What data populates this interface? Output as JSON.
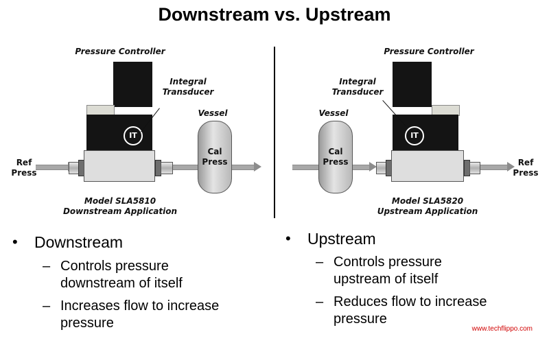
{
  "title": "Downstream vs. Upstream",
  "left_diagram": {
    "controller_label": "Pressure Controller",
    "transducer_label_line1": "Integral",
    "transducer_label_line2": "Transducer",
    "vessel_label": "Vessel",
    "vessel_text_line1": "Cal",
    "vessel_text_line2": "Press",
    "it_badge": "IT",
    "ref_line1": "Ref",
    "ref_line2": "Press",
    "model_line1": "Model SLA5810",
    "model_line2": "Downstream Application"
  },
  "right_diagram": {
    "controller_label": "Pressure Controller",
    "transducer_label_line1": "Integral",
    "transducer_label_line2": "Transducer",
    "vessel_label": "Vessel",
    "vessel_text_line1": "Cal",
    "vessel_text_line2": "Press",
    "it_badge": "IT",
    "ref_line1": "Ref",
    "ref_line2": "Press",
    "model_line1": "Model SLA5820",
    "model_line2": "Upstream Application"
  },
  "bullets_left": {
    "heading": "Downstream",
    "items": [
      {
        "line1": "Controls pressure",
        "line2": "downstream of itself"
      },
      {
        "line1": "Increases flow to increase",
        "line2": "pressure"
      }
    ]
  },
  "bullets_right": {
    "heading": "Upstream",
    "items": [
      {
        "line1": "Controls pressure",
        "line2": "upstream of itself"
      },
      {
        "line1": "Reduces flow to increase",
        "line2": "pressure"
      }
    ]
  },
  "bullet_symbol": "•",
  "dash_symbol": "–",
  "watermark": "www.techflippo.com",
  "colors": {
    "watermark": "#d10000",
    "controller_body": "#141414",
    "pipe": "#a8a8a8"
  }
}
